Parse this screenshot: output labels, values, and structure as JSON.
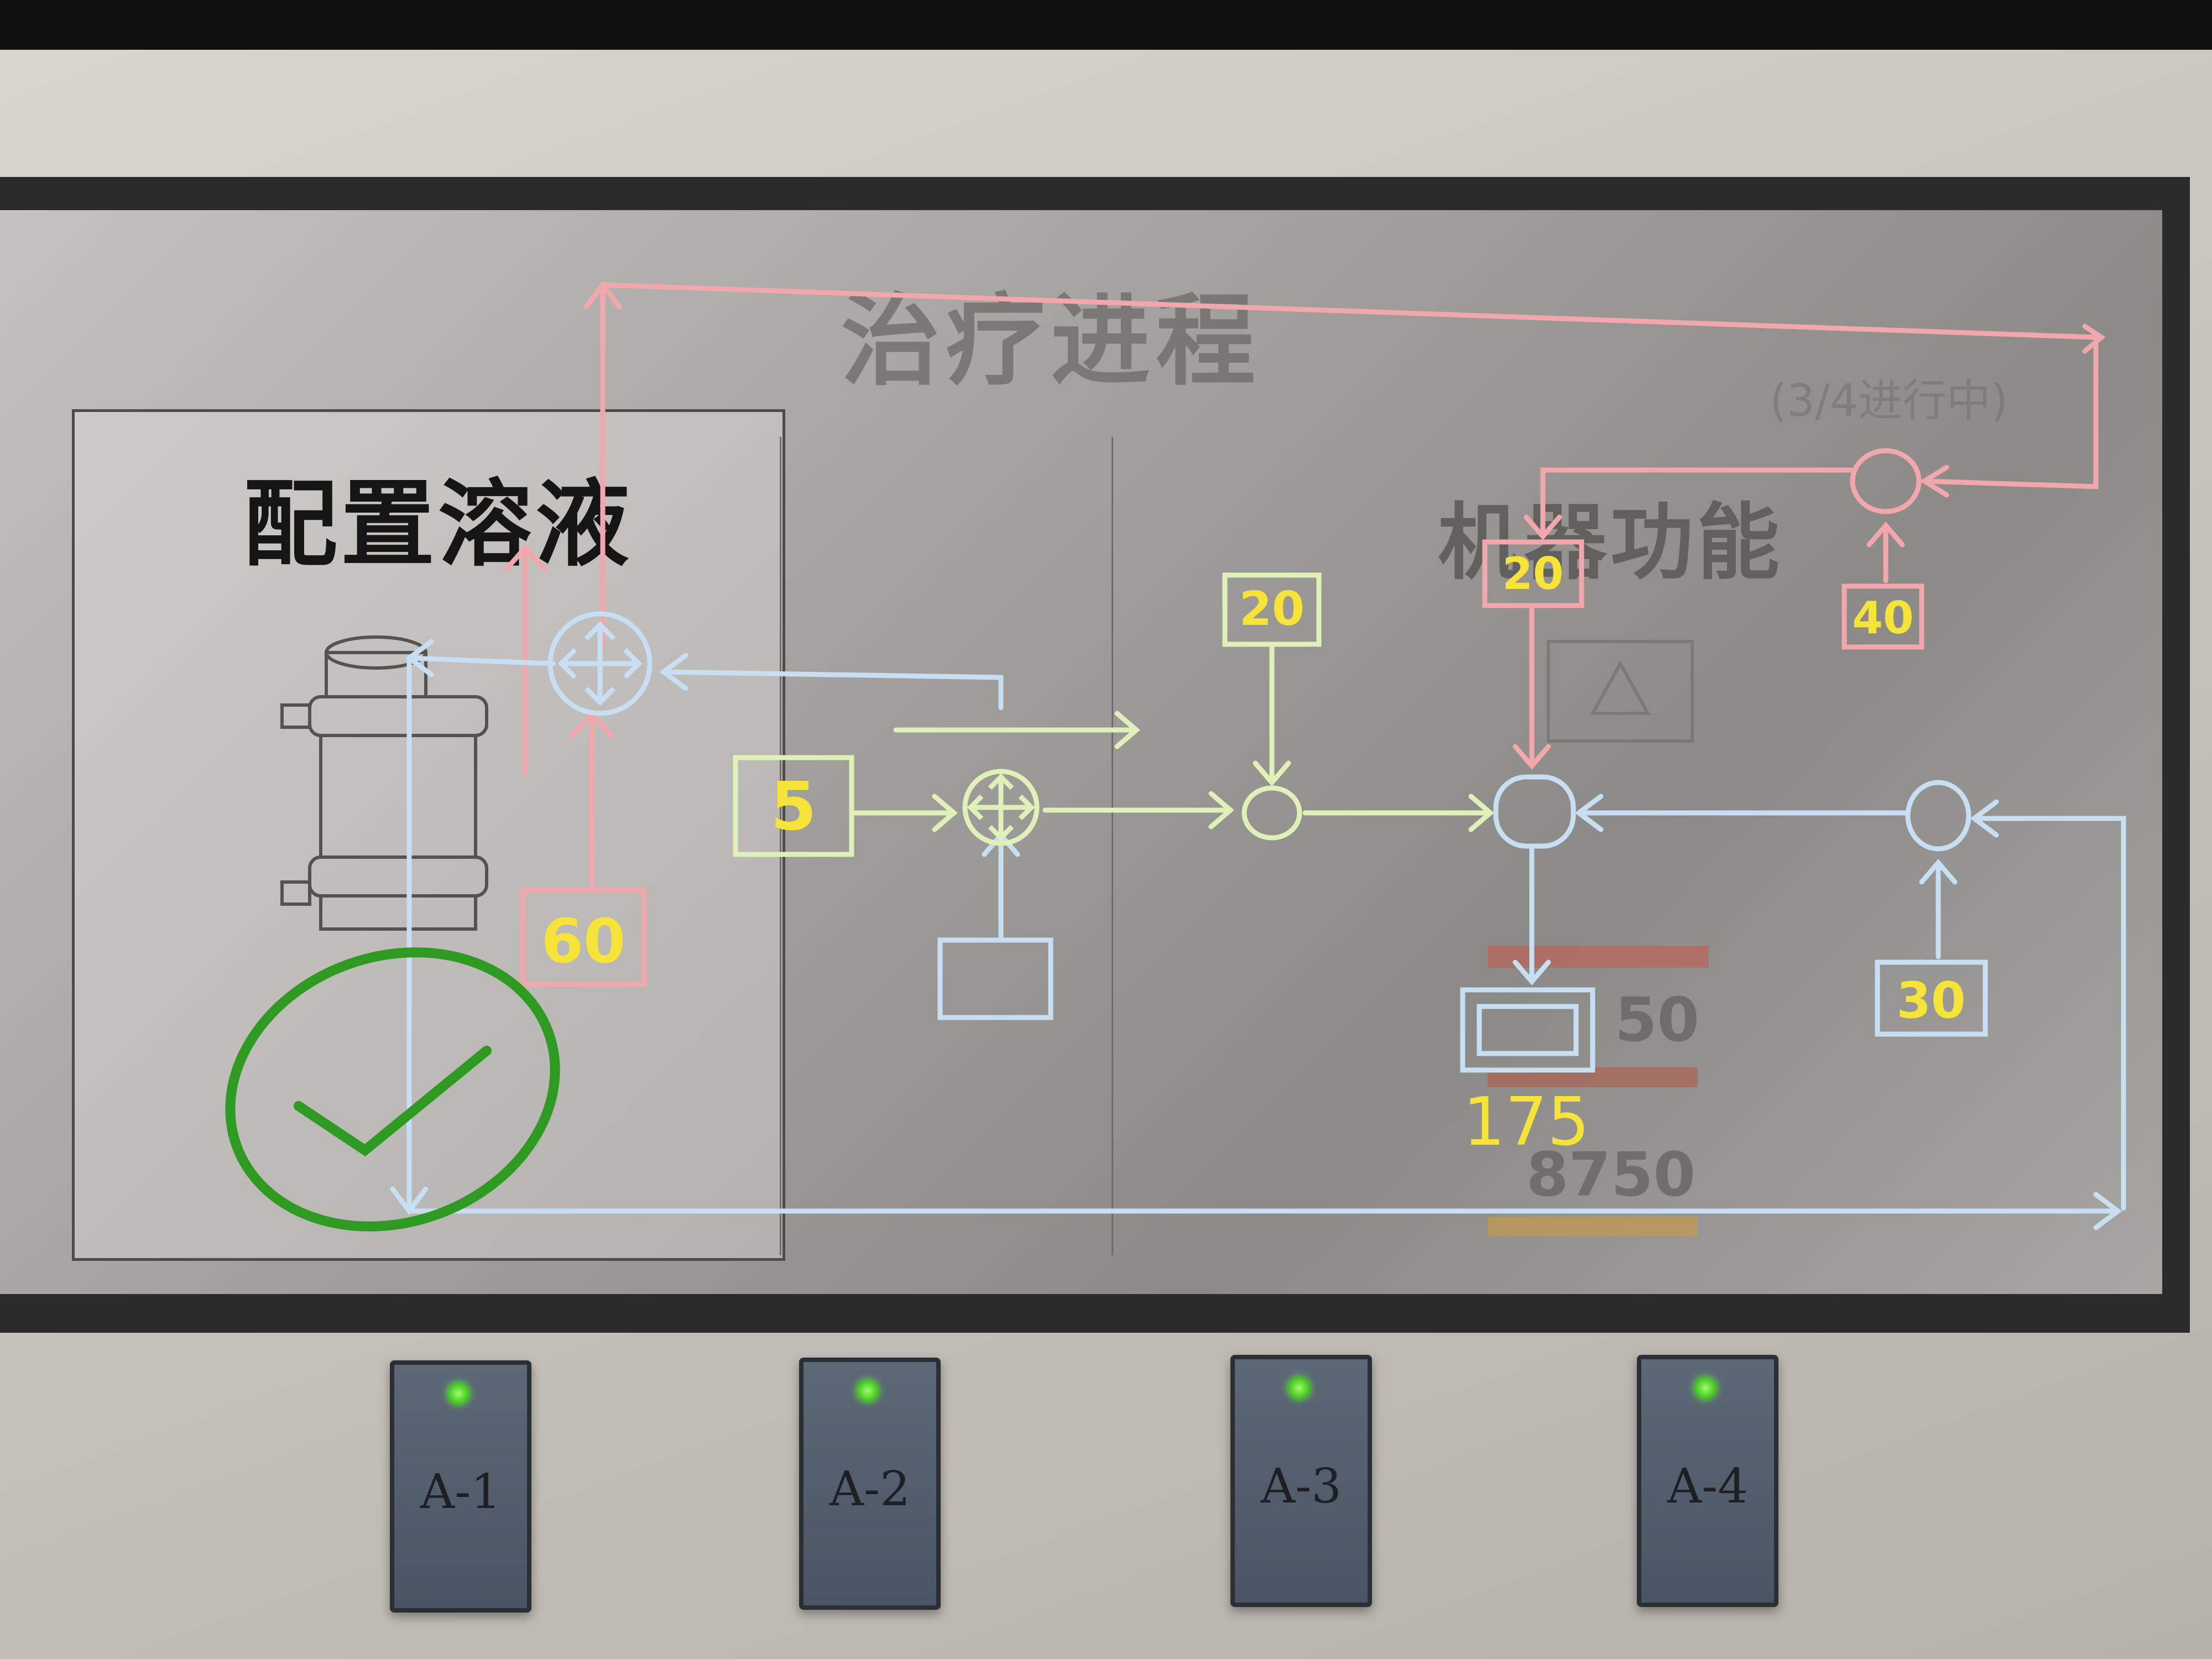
{
  "screen": {
    "title": "治疗进程",
    "subtitle": "(3/4进行中)",
    "left_panel_heading": "配置溶液",
    "right_panel_heading": "机器功能",
    "values": {
      "upper": "50",
      "lower": "8750"
    }
  },
  "overlay": {
    "boxes": {
      "b60": "60",
      "b5": "5",
      "b20_mid": "20",
      "b20_right": "20",
      "b40": "40",
      "b30": "30",
      "b175": "175"
    }
  },
  "hardware_buttons": [
    {
      "label": "A-1"
    },
    {
      "label": "A-2"
    },
    {
      "label": "A-3"
    },
    {
      "label": "A-4"
    }
  ]
}
